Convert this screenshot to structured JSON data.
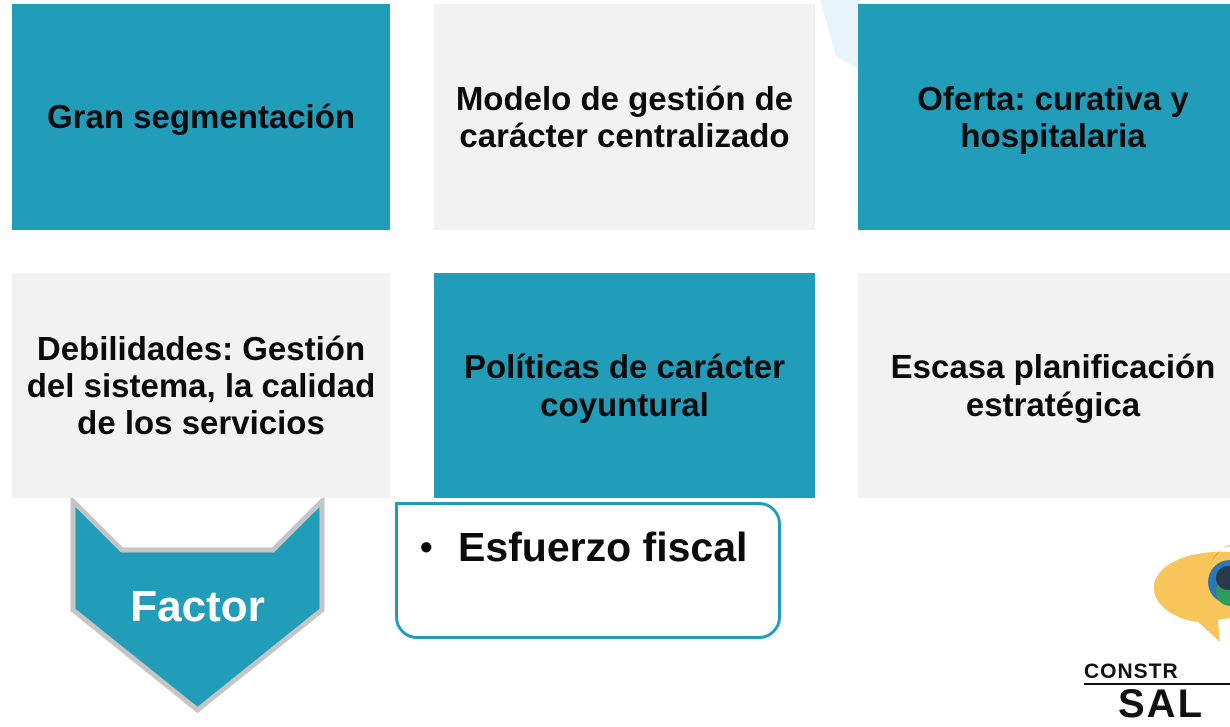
{
  "boxes": [
    {
      "text": "Gran segmentación",
      "style": "teal"
    },
    {
      "text": "Modelo de gestión de carácter centralizado",
      "style": "gray"
    },
    {
      "text": "Oferta: curativa y hospitalaria",
      "style": "teal"
    },
    {
      "text": "Debilidades: Gestión del sistema, la calidad de los servicios",
      "style": "gray"
    },
    {
      "text": "Políticas de carácter coyuntural",
      "style": "teal"
    },
    {
      "text": "Escasa planificación estratégica",
      "style": "gray"
    }
  ],
  "factor": {
    "label": "Factor"
  },
  "callout": {
    "bullet": "•",
    "text": "Esfuerzo fiscal"
  },
  "logo": {
    "line1": "CONSTR",
    "line2": "SAL"
  },
  "colors": {
    "teal": "#229db9",
    "gray_box": "#f2f2f2",
    "chevron_border": "#c5c5c5",
    "logo_yellow": "#f7c55a",
    "logo_orange": "#f08a24",
    "logo_blue": "#2a78b8",
    "logo_green": "#2e9a5b"
  }
}
